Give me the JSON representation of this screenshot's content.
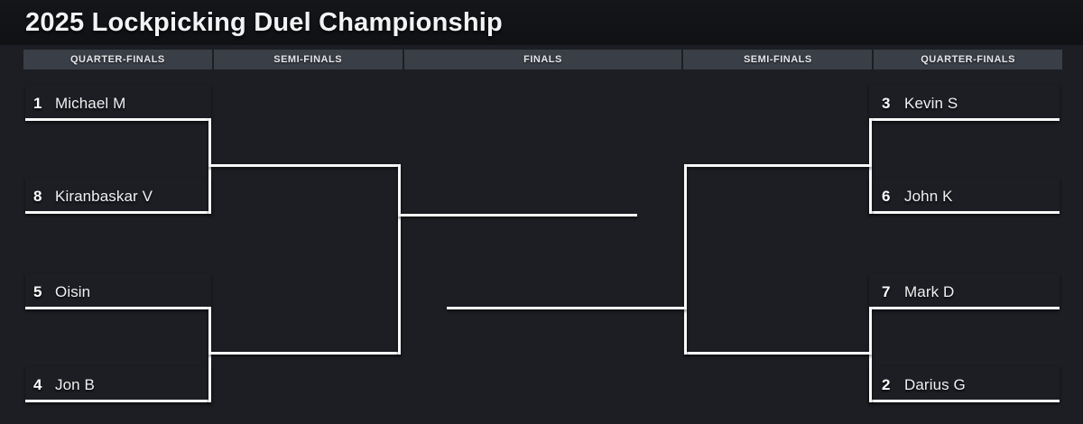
{
  "title": "2025 Lockpicking Duel Championship",
  "rounds": [
    "QUARTER-FINALS",
    "SEMI-FINALS",
    "FINALS",
    "SEMI-FINALS",
    "QUARTER-FINALS"
  ],
  "slots": [
    {
      "seed": "1",
      "name": "Michael M"
    },
    {
      "seed": "8",
      "name": "Kiranbaskar V"
    },
    {
      "seed": "5",
      "name": "Oisin"
    },
    {
      "seed": "4",
      "name": "Jon B"
    },
    {
      "seed": "3",
      "name": "Kevin S"
    },
    {
      "seed": "6",
      "name": "John K"
    },
    {
      "seed": "7",
      "name": "Mark D"
    },
    {
      "seed": "2",
      "name": "Darius G"
    }
  ],
  "colors": {
    "background": "#1c1e23",
    "title_bar": "#101114",
    "header_box": "#3a3e46",
    "line": "#f8f9f9",
    "text": "#eef0f2"
  }
}
